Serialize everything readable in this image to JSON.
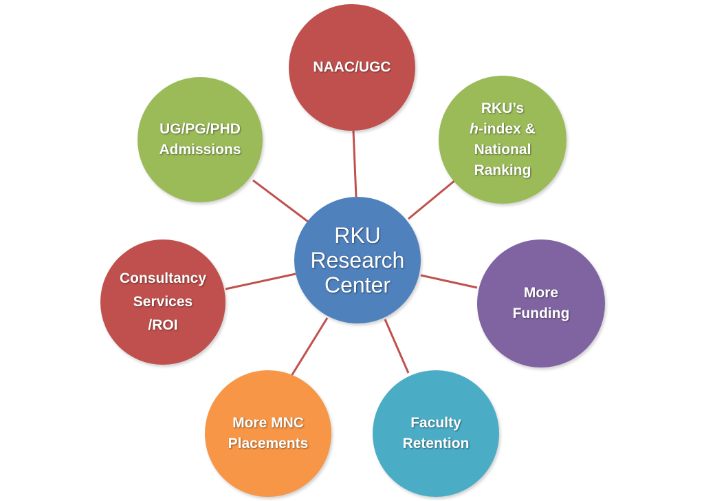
{
  "center": {
    "lines": [
      "RKU",
      "Research",
      "Center"
    ],
    "color": "#4f81bd"
  },
  "nodes": {
    "top": {
      "lines": [
        "NAAC/UGC"
      ],
      "color": "#c0504d"
    },
    "top_left": {
      "lines": [
        "UG/PG/PHD",
        "Admissions"
      ],
      "color": "#9bbb59"
    },
    "top_right": {
      "lines": [
        "RKU’s",
        "h-index  &",
        "National",
        "Ranking"
      ],
      "italic_prefix": "h",
      "color": "#9bbb59"
    },
    "left": {
      "lines": [
        "Consultancy",
        "Services",
        "/ROI"
      ],
      "color": "#c0504d"
    },
    "right": {
      "lines": [
        "More",
        "Funding"
      ],
      "color": "#8064a2"
    },
    "bottom_left": {
      "lines": [
        "More MNC",
        "Placements"
      ],
      "color": "#f79646"
    },
    "bottom_right": {
      "lines": [
        "Faculty",
        "Retention"
      ],
      "color": "#4bacc6"
    }
  },
  "connector_color": "#c0504d"
}
